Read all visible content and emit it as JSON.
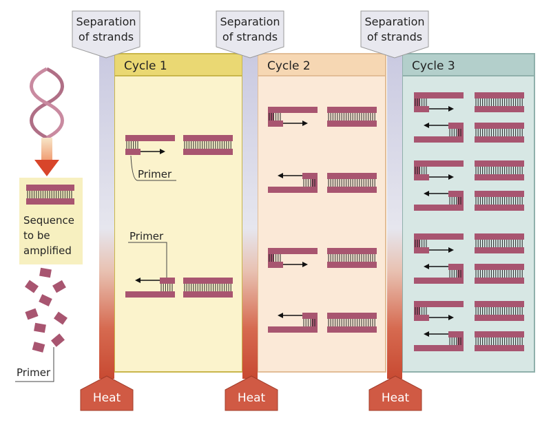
{
  "separation_label_line1": "Separation",
  "separation_label_line2": "of strands",
  "heat_label": "Heat",
  "cycles": [
    {
      "label": "Cycle 1"
    },
    {
      "label": "Cycle 2"
    },
    {
      "label": "Cycle 3"
    }
  ],
  "legend": {
    "sequence_line1": "Sequence",
    "sequence_line2": "to be",
    "sequence_line3": "amplified",
    "primer": "Primer"
  },
  "cycle1_primer_label": "Primer",
  "colors": {
    "strand": "#a85570",
    "cycle1_bg": "#fbf3cc",
    "cycle1_header": "#ead873",
    "cycle2_bg": "#fbe9d7",
    "cycle2_header": "#f6d7b3",
    "cycle3_bg": "#d7e7e4",
    "cycle3_header": "#b3cfcb",
    "heat": "#d05a44",
    "legend_bg": "#f7f0c0"
  }
}
